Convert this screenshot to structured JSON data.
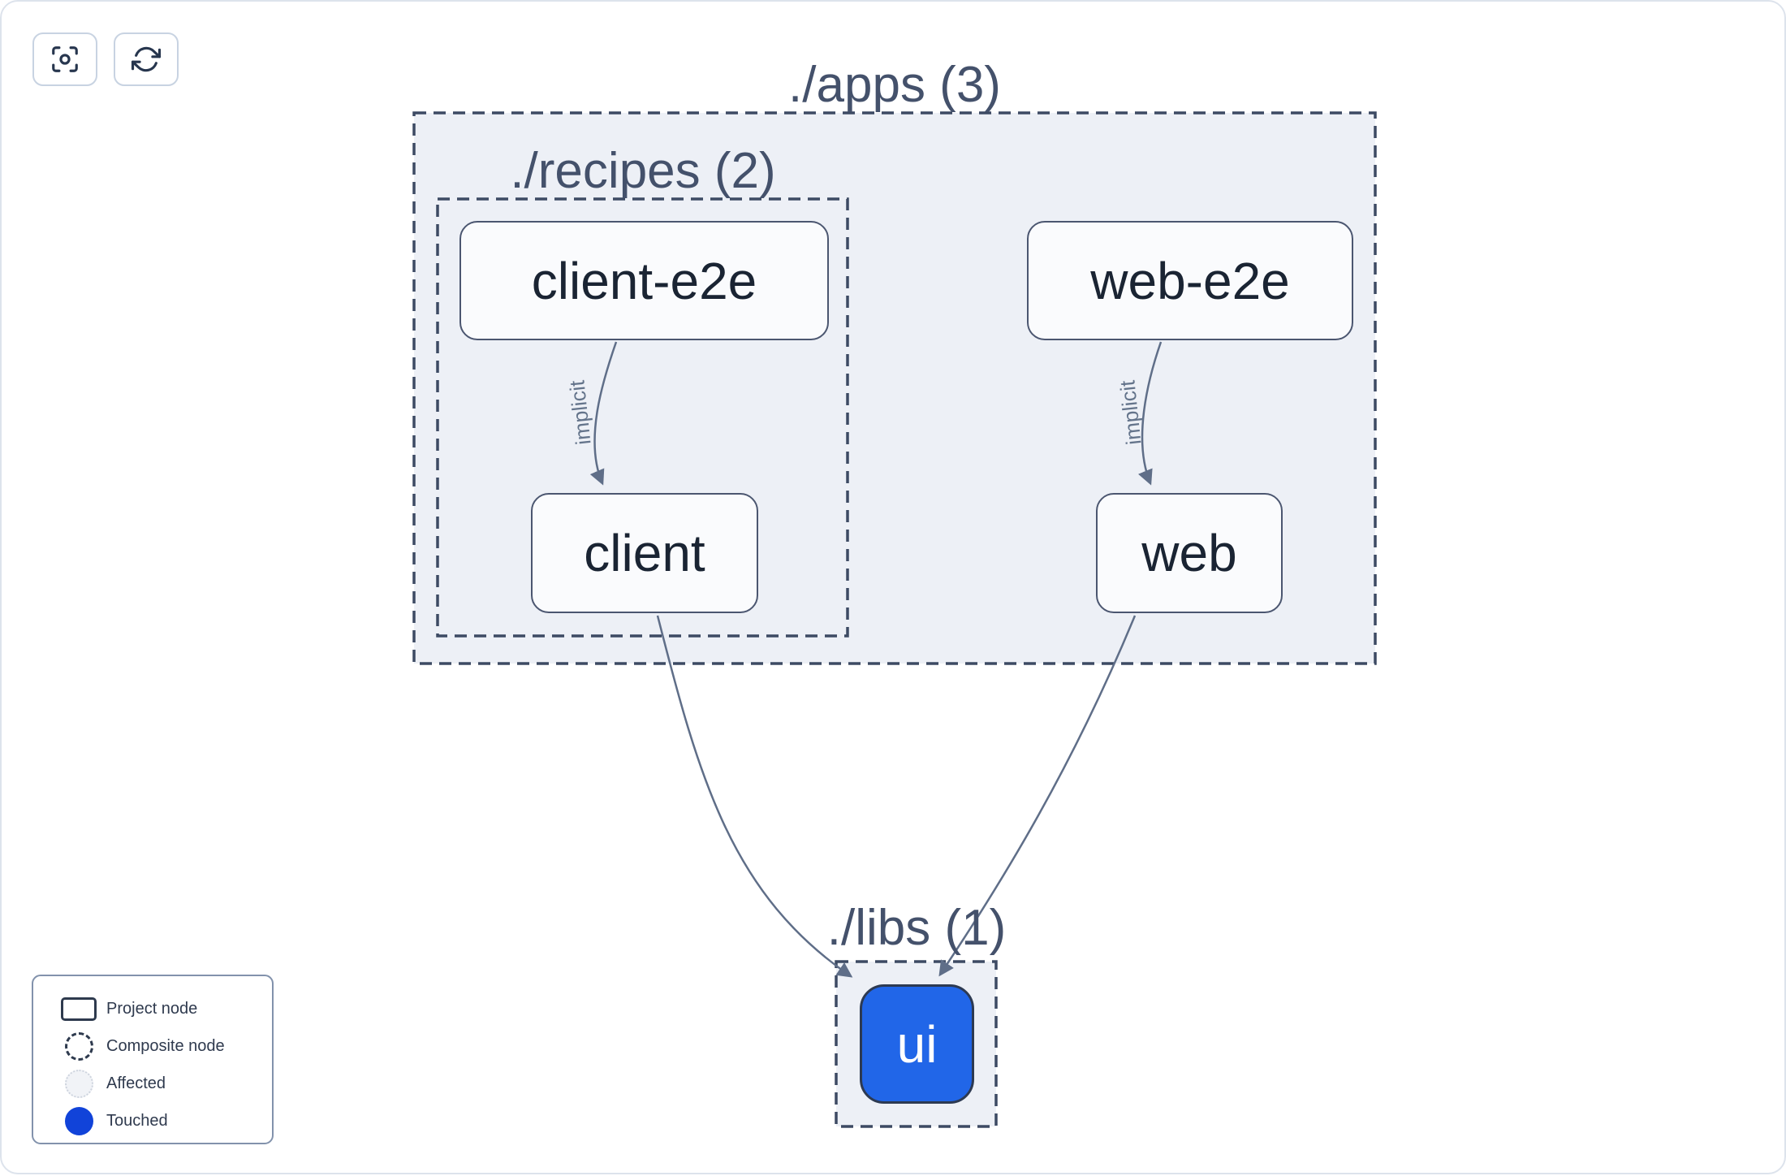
{
  "toolbar": {
    "buttons": [
      {
        "name": "center-graph",
        "icon": "focus-icon"
      },
      {
        "name": "refresh-graph",
        "icon": "refresh-icon"
      }
    ]
  },
  "graph": {
    "groups": [
      {
        "id": "apps",
        "title": "./apps (3)"
      },
      {
        "id": "recipes",
        "title": "./recipes (2)"
      },
      {
        "id": "libs",
        "title": "./libs (1)"
      }
    ],
    "nodes": [
      {
        "id": "client-e2e",
        "label": "client-e2e",
        "state": "default"
      },
      {
        "id": "web-e2e",
        "label": "web-e2e",
        "state": "default"
      },
      {
        "id": "client",
        "label": "client",
        "state": "default"
      },
      {
        "id": "web",
        "label": "web",
        "state": "default"
      },
      {
        "id": "ui",
        "label": "ui",
        "state": "touched"
      }
    ],
    "edges": [
      {
        "from": "client-e2e",
        "to": "client",
        "label": "implicit"
      },
      {
        "from": "web-e2e",
        "to": "web",
        "label": "implicit"
      },
      {
        "from": "client",
        "to": "ui",
        "label": ""
      },
      {
        "from": "web",
        "to": "ui",
        "label": ""
      }
    ]
  },
  "legend": {
    "items": [
      {
        "label": "Project node",
        "swatch": "project-node-swatch"
      },
      {
        "label": "Composite node",
        "swatch": "composite-node-swatch"
      },
      {
        "label": "Affected",
        "swatch": "affected-swatch"
      },
      {
        "label": "Touched",
        "swatch": "touched-swatch"
      }
    ]
  },
  "colors": {
    "touched_node": "#2166e8",
    "touched_legend": "#1143d9",
    "edge": "#5f6e88",
    "container_fill": "#edf0f6",
    "container_dash": "#3d4a63"
  }
}
